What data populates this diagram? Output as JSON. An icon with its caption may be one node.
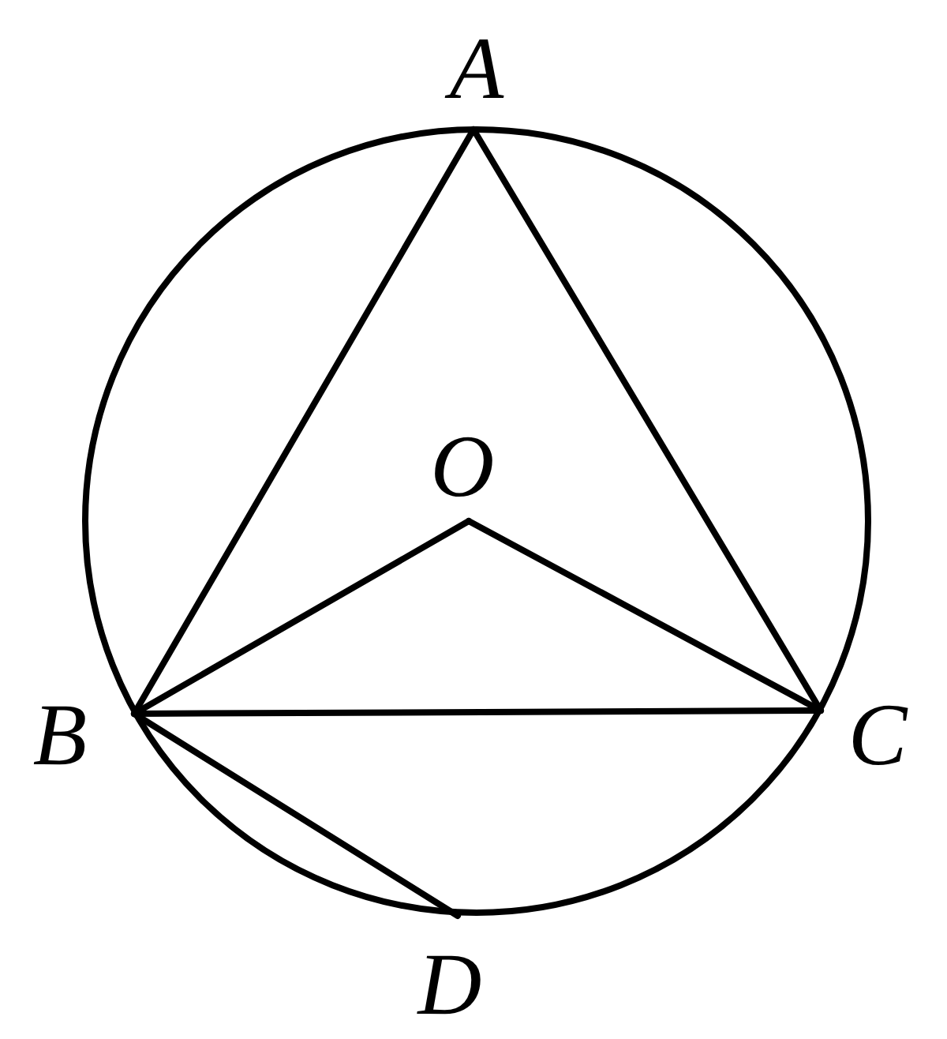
{
  "diagram": {
    "nodes": [
      {
        "text": [
          "A"
        ]
      },
      {
        "text": [
          "O"
        ]
      },
      {
        "text": [
          "B"
        ]
      },
      {
        "text": [
          "C"
        ]
      },
      {
        "text": [
          "D"
        ]
      }
    ],
    "edges": [
      {
        "from": 0,
        "to": 2,
        "arrow": "none"
      },
      {
        "from": 0,
        "to": 3,
        "arrow": "none"
      },
      {
        "from": 2,
        "to": 3,
        "arrow": "none"
      },
      {
        "from": 1,
        "to": 2,
        "arrow": "none"
      },
      {
        "from": 1,
        "to": 3,
        "arrow": "none"
      },
      {
        "from": 2,
        "to": 4,
        "arrow": "none"
      }
    ]
  }
}
